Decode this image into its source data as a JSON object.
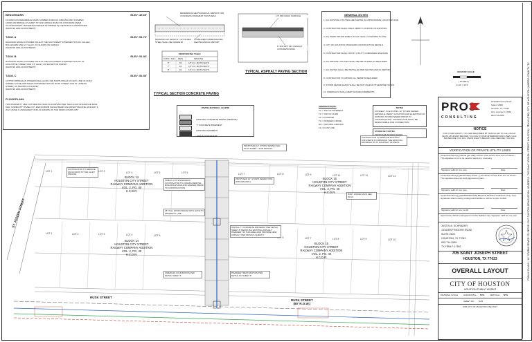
{
  "benchmark": {
    "header": "BENCHMARK",
    "elev_main": "ELEV: 49.69'",
    "lines": [
      "FLOODPLAIN REFERENCE MARK NUMBER 210020 IS A BRASS DISK STAMPED",
      "210020 ON BRIDGE AT HARDY ST AND HIRSCH ROAD ON CONCRETE REAM",
      "ON NORTHWEST UPSTREAM CORNER OF BRIDGE IN THE BUFFALO WATERSHED",
      "(NAVD 88, 2001 ADJUSTMENT)"
    ],
    "tbms": [
      {
        "label": "T.B.M. A",
        "elev": "ELEV: 51.72'",
        "text": [
          "RAILROAD SPIKE IN POWER POLE AT THE SOUTHWEST INTERSECTION OF CULLEN",
          "BOULEVARD AND A 6\" ALLEY, AS SHOWN ON SURVEY.",
          "(NAVD 88, 2001 ADJUSTMENT)"
        ]
      },
      {
        "label": "T.B.M. B",
        "elev": "ELEV: 51.82'",
        "text": [
          "RAILROAD SPIKE IN POWER POLE AT THE SOUTHWEST INTERSECTION OF ST.",
          "AUGUSTINE STREET AND A 6\" ALLEY, AS SHOWN ON SURVEY.",
          "(NAVD 88, 2001 ADJUSTMENT)"
        ]
      },
      {
        "label": "T.B.M. C",
        "elev": "ELEV: 52.53'",
        "text": [
          "COTTON SPINDLE IN POWER POLE ALONG THE NORTH RIGHT-OF-WAY LINE OF RUSK",
          "STREET AT THE NORTHEAST INTERSECTION OF RUSK STREET AND ST. JOSEPH",
          "STREET, AS SHOWN ON SURVEY.",
          "(NAVD 88, 2001 ADJUSTMENT)"
        ]
      }
    ],
    "floodplain_header": "FLOODPLAIN:",
    "floodplain_text": [
      "THIS PROPERTY LIES OUTSIDE 500-YEAR FLOODPLAIN PER THE FLOOD INSURANCE RATE",
      "MAP, COMMUNITY PANEL NO. 48201C0690M WHICH BEARS AN EFFECTIVE DATE JANUARY 6,",
      "2017 (ZONE X-UNSHADED) *AND AS SHOWN ON THE FIRM FLOODPLAIN*"
    ]
  },
  "concrete_paving": {
    "callout_a": "REFERENCE GEOTECHNICAL REPORT FOR CONCRETE PAVEMENT THICKNESS",
    "callout_b": "STABILIZED SUBGRADE PER GEOTECHNICAL REPORT",
    "callout_c": "MINIMUM LAP LENGTH = 22 INCHES STEEL SHALL BE GRADE 60",
    "table_title": "REINFORCING TABLE",
    "table_headers": [
      "CONC. THK.",
      "REIN.",
      "SPACING"
    ],
    "table_rows": [
      [
        "6\"",
        "#4",
        "18\" O.C. BOTH WAYS"
      ],
      [
        "7\"",
        "#4",
        "18\" O.C. BOTH WAYS"
      ],
      [
        "8\"",
        "#4",
        "18\" O.C. BOTH WAYS"
      ]
    ],
    "title": "TYPICAL SECTION CONCRETE PAVING"
  },
  "asphalt_paving": {
    "callout_a": "1.5\" MIN HMAC SURFACE",
    "callout_b": "8\" MIN HOT MIX ASPHALT CONCRETE BASE",
    "title": "TYPICAL ASPHALT PAVING SECTION"
  },
  "general_notes": {
    "header": "GENERAL NOTES",
    "lines": [
      "1. ALL EXISTING UTILITIES ARE SHOWN IN APPROXIMATE LOCATIONS AND",
      "2. CONTRACTOR SHALL FIELD VERIFY LOCATION OF EXISTING",
      "3. ALL WORK WITHIN PUBLIC R.O.W. SHALL CONFORM TO THE",
      "4. CITY OF HOUSTON STANDARD CONSTRUCTION DETAILS",
      "5. CONTRACTOR SHALL NOTIFY UTILITY COMPANIES 48 HOURS",
      "6. ALL PRIVATE UTILITIES SHALL BE RELOCATED AS REQUIRED",
      "7. ALL PAVING SHALL BE INSTALLED PER GEOTECHNICAL REPORT",
      "8. CONTRACTOR TO OBTAIN ALL PERMITS REQUIRED",
      "9. STORM SEWER LEADS SHALL BE RCP UNLESS OTHERWISE NOTED",
      "10. SIDEWALKS SHALL MEET ADA REQUIREMENTS"
    ]
  },
  "scale": {
    "label": "GRAPHIC SCALE",
    "unit": "( IN FEET )",
    "ratio": "1 inch = 40 ft."
  },
  "legend": {
    "title": "PAVING MATERIAL LEGEND",
    "items": [
      {
        "label": "EXISTING CONCRETE PAVING (REMOVE)",
        "color": "#d9d9d9"
      },
      {
        "label": "7\" CONCRETE PAVEMENT",
        "color": "#8a8a8a"
      },
      {
        "label": "EXISTING PAVEMENT",
        "color": "#e8e8e8"
      },
      {
        "label": "ASPHALT PAVEMENT",
        "color": "#3a3a3a"
      }
    ]
  },
  "abbreviations": {
    "header": "ABBREVIATIONS:",
    "lines": [
      "TC = TOP OF PAVEMENT",
      "TC = TOP OF CURB",
      "FL = FLOWLINE",
      "TG = FINISHED GRADE",
      "NG = NATURAL GROUND",
      "FL = FLOW LINE"
    ]
  },
  "sheet_notes": {
    "header": "NOTES",
    "lines": [
      "CONNECT TO EXISTING 12\" STORM SEWER",
      "MANHOLE. VERIFY LOCATION AND ELEVATION OF",
      "EXISTING STORM SEWER PRIOR TO",
      "CONSTRUCTION. CONTRACTOR SHALL BE",
      "RESPONSIBLE FOR CONNECTION."
    ]
  },
  "storm_notes": {
    "header": "STORM KEY NOTES",
    "lines": [
      "PROPOSED STORM SEWER"
    ]
  },
  "firm": {
    "name_main": "PRO3",
    "name_sub": "CONSULTING",
    "address": [
      "1334 Brittmoore Road",
      "Suite # 2608",
      "Houston, TX 77043",
      "Firm License F-17961",
      "832-714-2569"
    ]
  },
  "notice": {
    "title": "NOTICE",
    "body": "FOR YOUR SAFETY, YOU ARE REQUIRED BY TEXAS LAW TO CALL 811 AT LEAST 48 HOURS BEFORE YOU DIG TO FIND UNDERGROUND LINES. CALL 811 BEFORE YOU DIG. KNOW WHAT'S BELOW. CALL BEFORE YOU DIG."
  },
  "verification": {
    "title": "VERIFICATION OF PRIVATE UTILITY LINES",
    "blocks": [
      {
        "text": "CenterPoint Energy (natural gas utility) shows: (Gas service lines are not shown.) This signature is not to be used for Harris Co. reviewing",
        "sig": "Signature valid for one year",
        "date": "Date"
      },
      {
        "text": "CenterPoint Energy (ELECTRIC) shows: [ ] All electric service lines are not shown. This signature does not imply approval of plans",
        "sig": "Signature valid for one year",
        "date": "Date"
      },
      {
        "text": "CenterPoint Energy (UNDERGROUND) Electrical Facilities Verification Only: Only signatures when existing underground facilities + will be no prior conflict.",
        "sig": "Signature valid for one month",
        "date": "Date"
      }
    ],
    "approved_note": "Approved by PFCP underground conduit facilities only. Signature valid for one year."
  },
  "engineer": {
    "lines": [
      "JUSTIN A. SCHRADER",
      "1334 BRITTMOORE ROAD",
      "SUITE 2608",
      "HOUSTON, TX 77043",
      "832-714-2569",
      "TX FIRM F-17961"
    ]
  },
  "project": {
    "address_line1": "705 SAINT JOSEPH STREET",
    "address_line2": "HOUSTON, TX 77023",
    "sheet_title": "OVERALL LAYOUT",
    "city": "CITY OF HOUSTON",
    "dept": "HOUSTON PUBLIC WORKS",
    "drawing_scale_label": "DRAWING SCALE",
    "horizontal_label": "HORIZONTAL",
    "horizontal_value": "NTS",
    "vertical_label": "VERTICAL",
    "vertical_value": "NTS",
    "sheet_no_label": "SHEET NO.",
    "sheet_no": "5 / 8",
    "footer": "FOR CITY OF HOUSTON USE ONLY"
  },
  "side_strip": "PUBLIC PLANS - 10\" STORM SEWER TO SERVE 2307 CAPITOL RENOVATION, ADDRESS: 705 SAINT JOSEPH STREET, HOUSTON, TEXAS (FEE) CITY OF HOUSTON (HARRIS COUNTY, TX",
  "plan": {
    "blocks": [
      {
        "text": "BLOCK 14\nHOUSTON CITY STREET\nRAILWAY COMPANY ADDITION\nVOL. 2, PG. 40\nH.C.D.R."
      },
      {
        "text": "BLOCK 15\nHOUSTON CITY STREET\nRAILWAY COMPANY ADDITION\nVOL. 2, PG. 40\nH.C.D.R."
      },
      {
        "text": "BLOCK 14\nHOUSTON CITY STREET\nRAILWAY COMPANY ADDITION\nVOL. 2, PG. 40\nH.C.D.R."
      },
      {
        "text": "BLOCK 15\nHOUSTON CITY STREET\nRAILWAY COMPANY ADDITION\nVOL. 2, PG. 40\nH.C.D.R."
      }
    ],
    "lots": [
      "LOT 1",
      "LOT 2",
      "LOT 3",
      "LOT 4",
      "LOT 5",
      "LOT 6",
      "LOT 7",
      "LOT 8",
      "LOT 9",
      "LOT 10",
      "LOT 11",
      "LOT 12",
      "LOT 1",
      "LOT 2",
      "LOT 3",
      "LOT 4",
      "LOT 5",
      "LOT 6",
      "LOT 7",
      "LOT 8",
      "LOT 9",
      "LOT 10"
    ],
    "streets": [
      {
        "name": "ST. JOSEPH STREET"
      },
      {
        "name": "RUSK STREET\n(80' R.O.W.)"
      },
      {
        "name": "RUSK STREET"
      }
    ],
    "callouts": [
      "CONTRACTOR TO REMOVE EXISTING CONCRETE TO ABANDON THE EXISTING DRIVEWAY AT AT WALKWAY OFFSETS",
      "CONTRACTOR TO REMOVE OR ACCESS TO THE ALLEY PRIVATE",
      "PROPOSED 12\" STORM SEWER PIPE WITH BACKFILL",
      "BURY WATER MAIN SEE PLAN",
      "PUBLIC LOT STANDARDS. CONTRACTOR TO ASSESS REMOVE BUILDING PLANS AND GRADES PRIOR TO CONSTRUCTION",
      "INSTALL 7\" CONCRETE DRIVEWAY PER DETAIL SHEET 8. DEMOLISH EXISTING ASPHALT PAVEMENT IN THIS AREA AND PROVIDE NEW ASPHALT PER DETAILS SHEET 8.",
      "SIDEWALK FOUNDATION PER DETAIL SHEET 6",
      "PAVEMENT RESTORATION PER DETAIL ON SHEET 8",
      "PROPOSED 12\" STORM SEWER SEE PLAN SHEET 7 FOR DETAILS",
      "18\" TALL WOOD FENCE WITH GATE TO PROPERTY LINE"
    ]
  }
}
